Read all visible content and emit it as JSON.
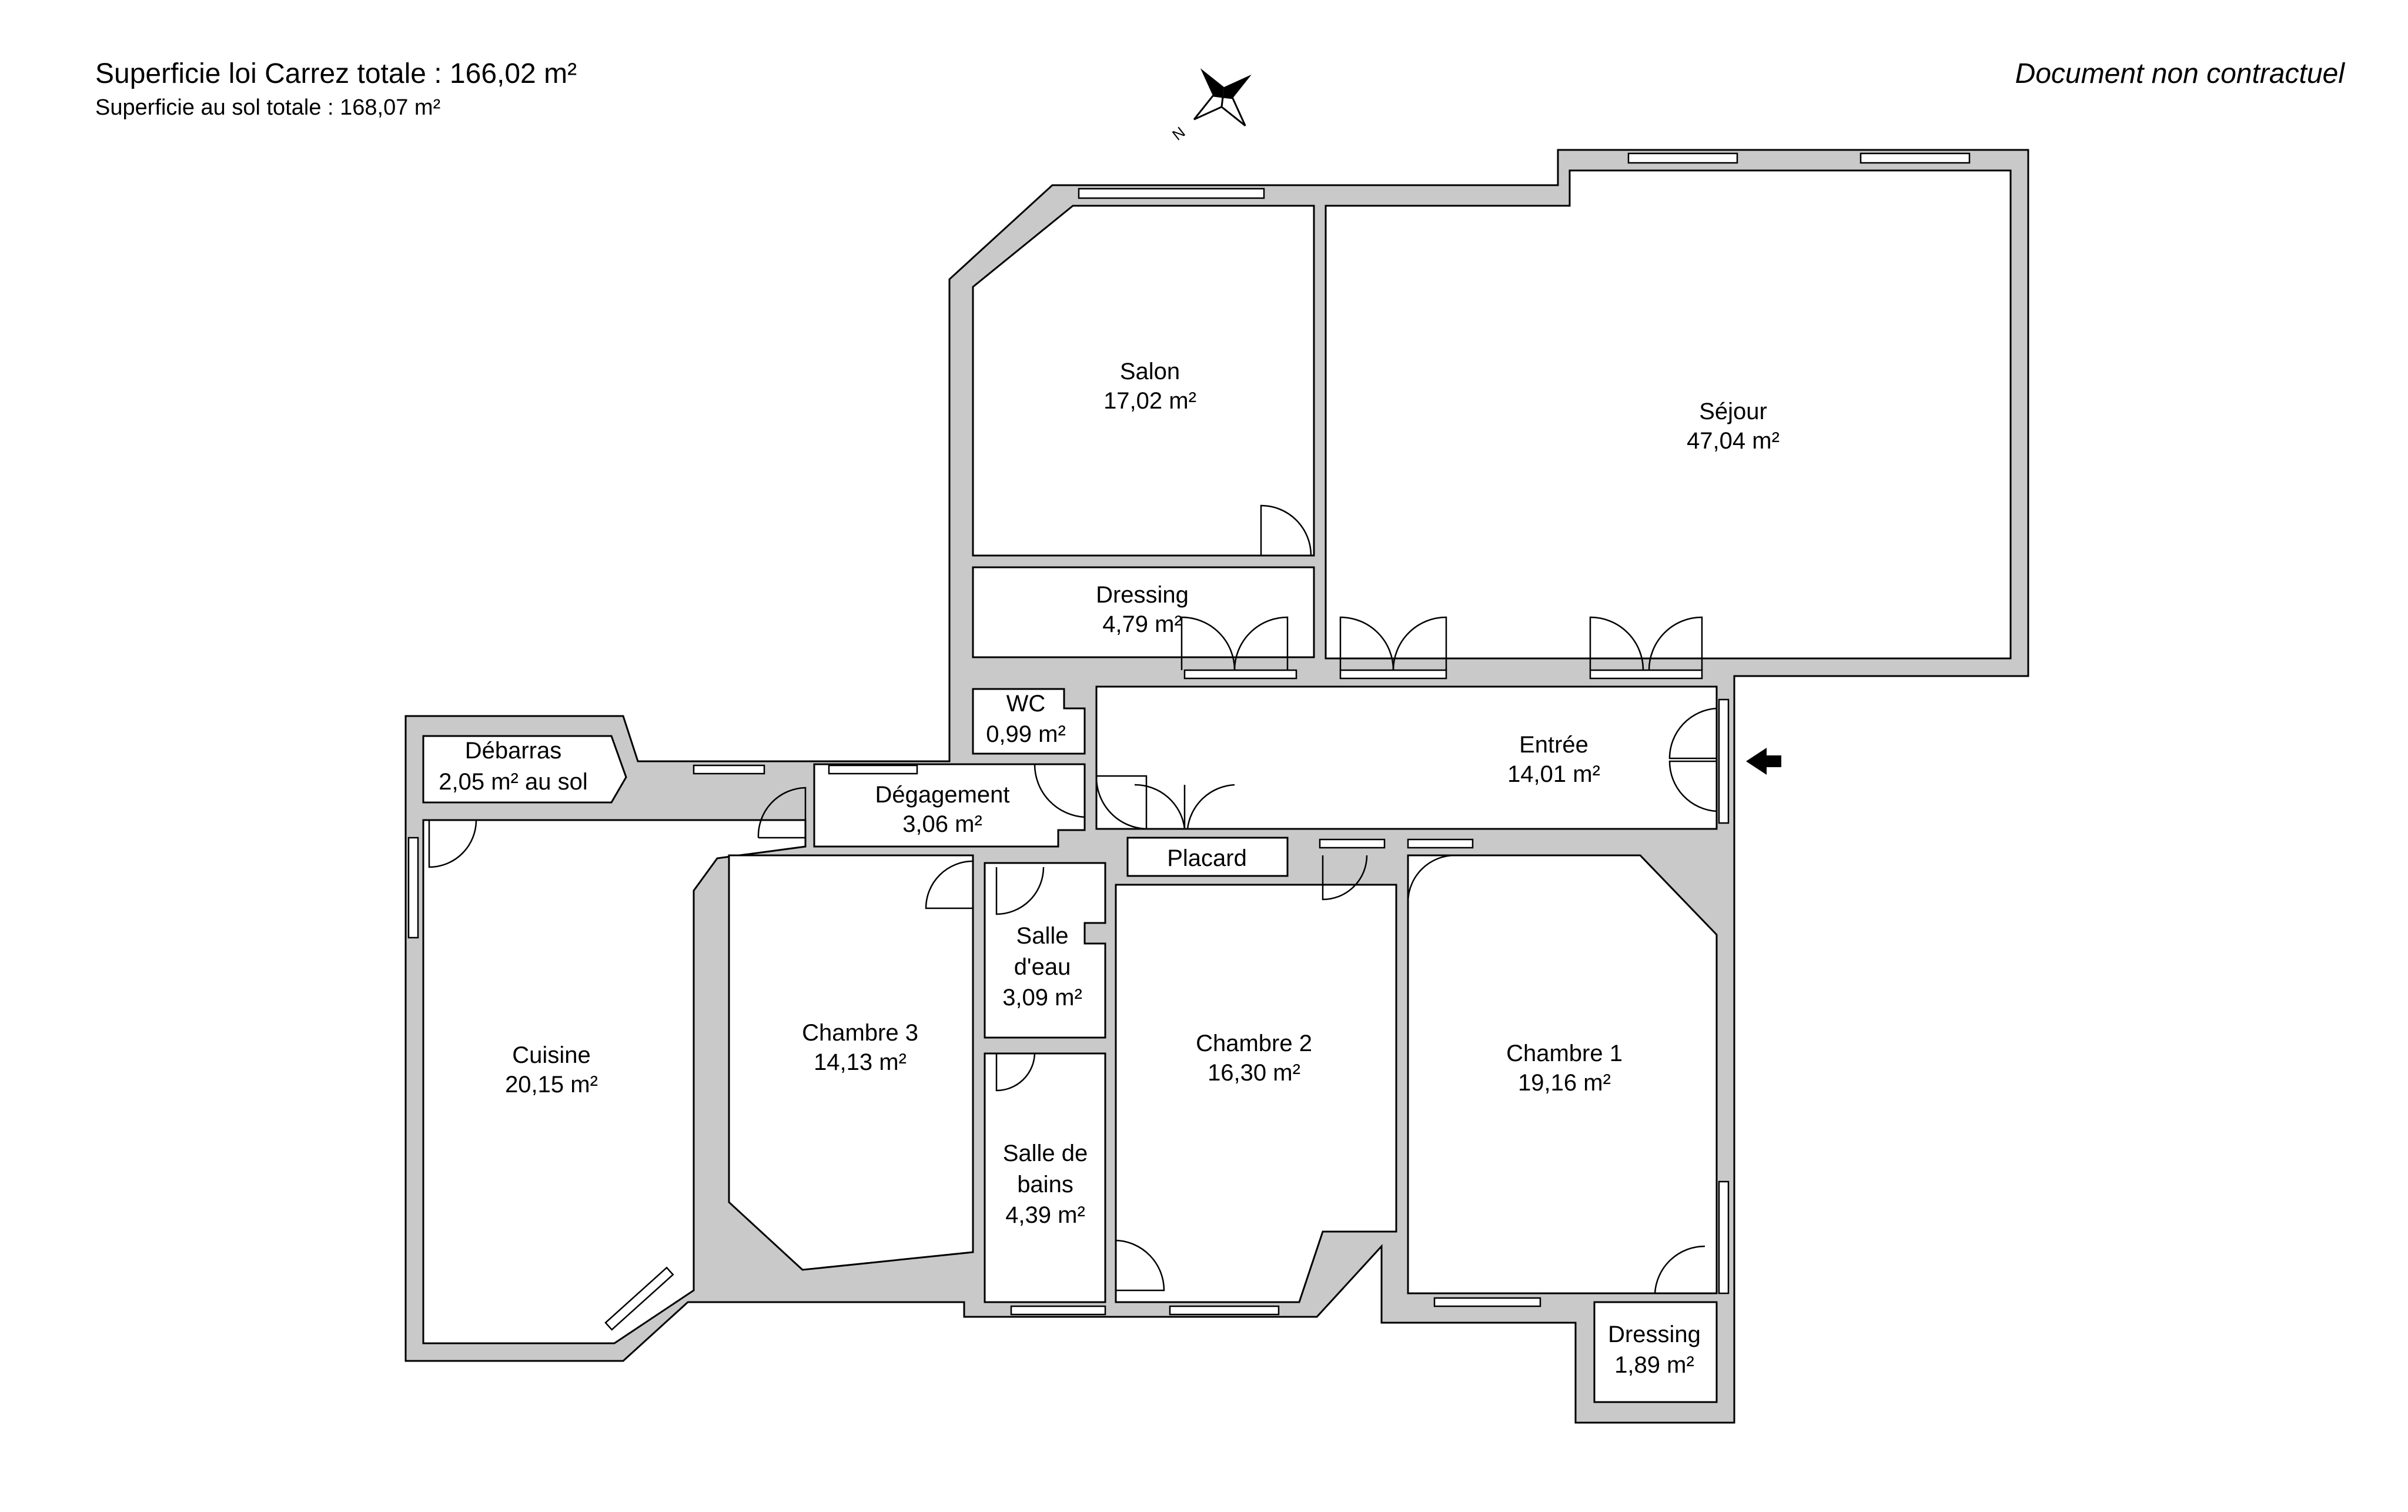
{
  "header": {
    "carrez_total": "Superficie loi Carrez totale :  166,02 m²",
    "floor_total": "Superficie au sol totale :  168,07 m²",
    "disclaimer": "Document non contractuel"
  },
  "compass": {
    "north_label": "N"
  },
  "rooms": {
    "salon": {
      "name": "Salon",
      "area": "17,02 m²"
    },
    "sejour": {
      "name": "Séjour",
      "area": "47,04 m²"
    },
    "dressing_top": {
      "name": "Dressing",
      "area": "4,79 m²"
    },
    "wc": {
      "name": "WC",
      "area": "0,99 m²"
    },
    "entree": {
      "name": "Entrée",
      "area": "14,01 m²"
    },
    "debarras": {
      "name": "Débarras",
      "area": "2,05 m² au sol"
    },
    "degagement": {
      "name": "Dégagement",
      "area": "3,06 m²"
    },
    "placard": {
      "name": "Placard"
    },
    "salle_eau": {
      "name_line1": "Salle",
      "name_line2": "d'eau",
      "area": "3,09 m²"
    },
    "salle_bains": {
      "name_line1": "Salle de",
      "name_line2": "bains",
      "area": "4,39 m²"
    },
    "cuisine": {
      "name": "Cuisine",
      "area": "20,15 m²"
    },
    "chambre3": {
      "name": "Chambre 3",
      "area": "14,13 m²"
    },
    "chambre2": {
      "name": "Chambre 2",
      "area": "16,30 m²"
    },
    "chambre1": {
      "name": "Chambre 1",
      "area": "19,16 m²"
    },
    "dressing_bot": {
      "name": "Dressing",
      "area": "1,89 m²"
    }
  }
}
